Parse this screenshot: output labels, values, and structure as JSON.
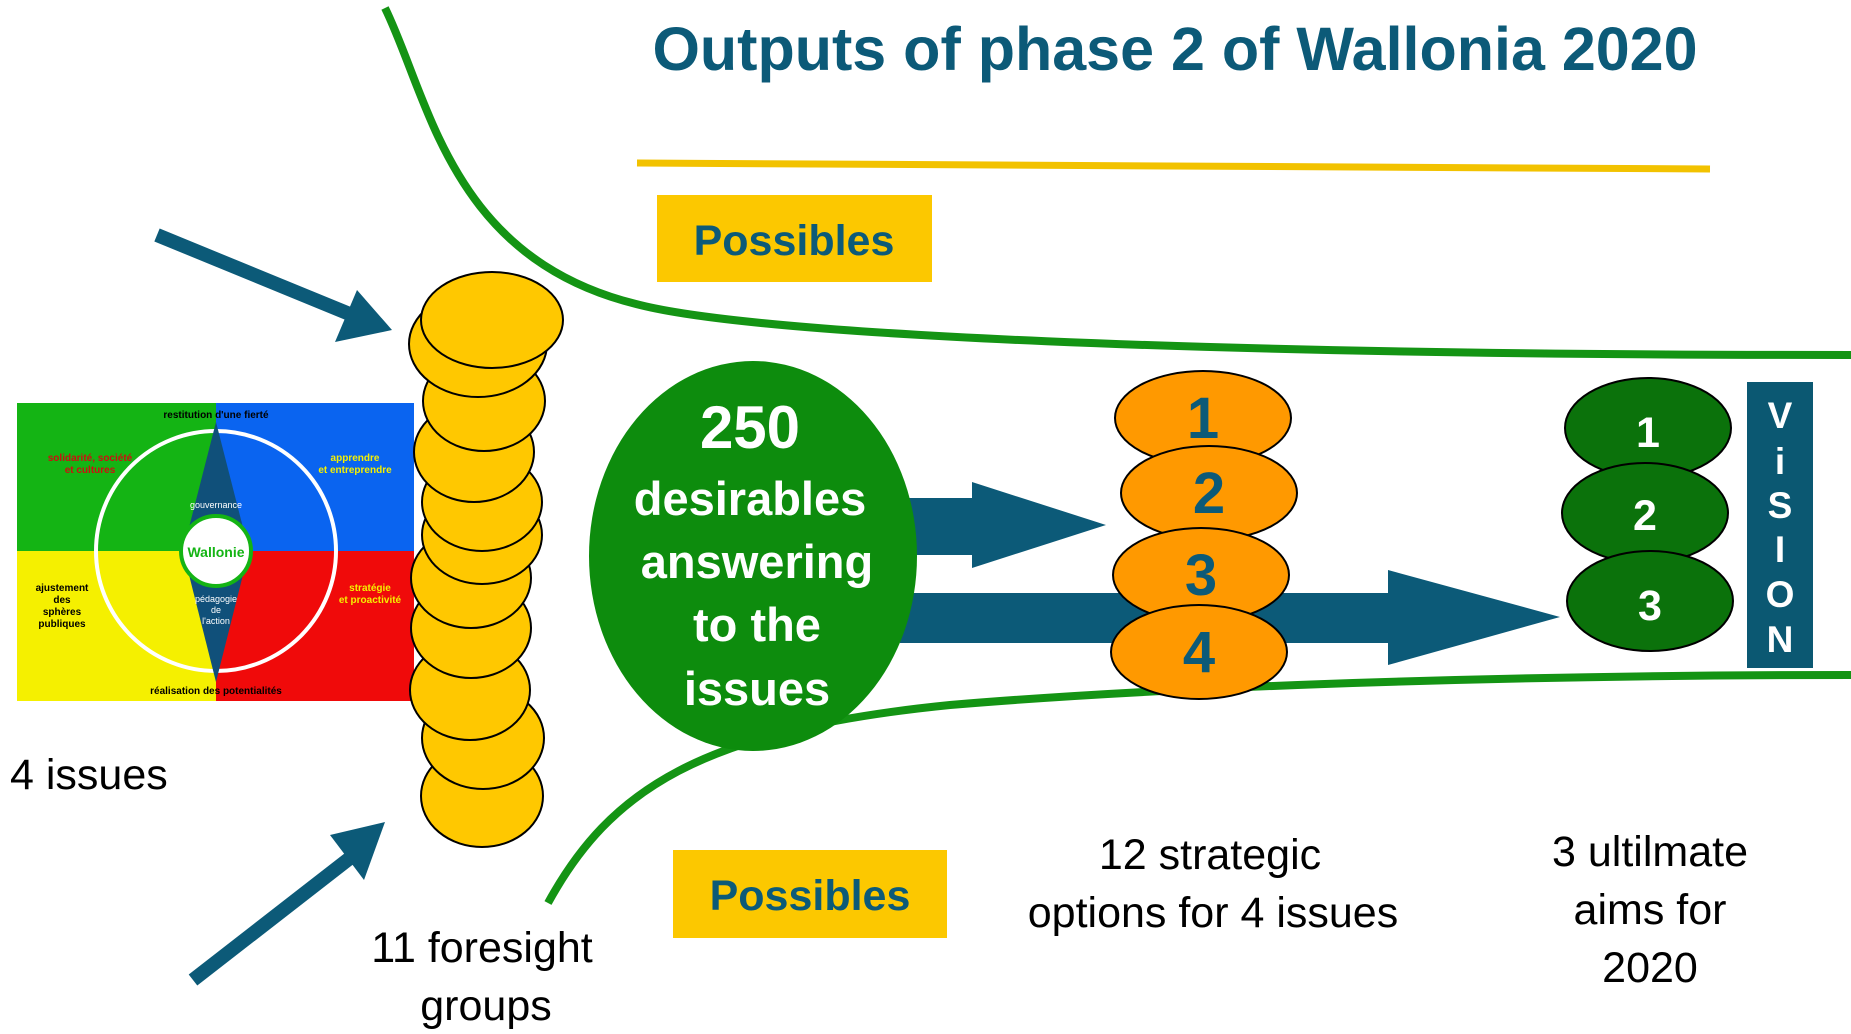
{
  "title": "Outputs of phase 2 of Wallonia 2020",
  "possibles_top": "Possibles",
  "possibles_bottom": "Possibles",
  "center": {
    "count": "250",
    "line1": "desirables",
    "line2": "answering",
    "line3": "to the",
    "line4": "issues"
  },
  "options": [
    "1",
    "2",
    "3",
    "4"
  ],
  "aims": [
    "1",
    "2",
    "3"
  ],
  "vision_letters": [
    "V",
    "i",
    "S",
    "I",
    "O",
    "N"
  ],
  "issues_chart": {
    "top": "restitution d'une fierté",
    "bottom": "réalisation des potentialités",
    "tl": [
      "solidarité, société",
      "et cultures"
    ],
    "tr": [
      "apprendre",
      "et entreprendre"
    ],
    "bl": [
      "ajustement",
      "des",
      "sphères",
      "publiques"
    ],
    "br": [
      "stratégie",
      "et proactivité"
    ],
    "center": "Wallonie",
    "upper": "gouvernance",
    "lower": [
      "pédagogie",
      "de",
      "l'action"
    ]
  },
  "captions": {
    "issues": "4 issues",
    "groups": [
      "11 foresight",
      "groups"
    ],
    "options": [
      "12 strategic",
      "options for 4 issues"
    ],
    "aims": [
      "3 ultilmate",
      "aims for",
      "2020"
    ]
  },
  "colors": {
    "title": "#0c5a78",
    "arrow": "#0c5a78",
    "funnel": "#149414",
    "gold_line": "#f2c200",
    "possibles_box": "#fcc800",
    "coin": "#ffc800",
    "option": "#ff9900",
    "center": "#0d8c0d",
    "aim": "#0b720b",
    "vision": "#0b5872",
    "q_green": "#14b414",
    "q_blue": "#0a64f0",
    "q_yellow": "#f5f000",
    "q_red": "#f00a0a"
  }
}
